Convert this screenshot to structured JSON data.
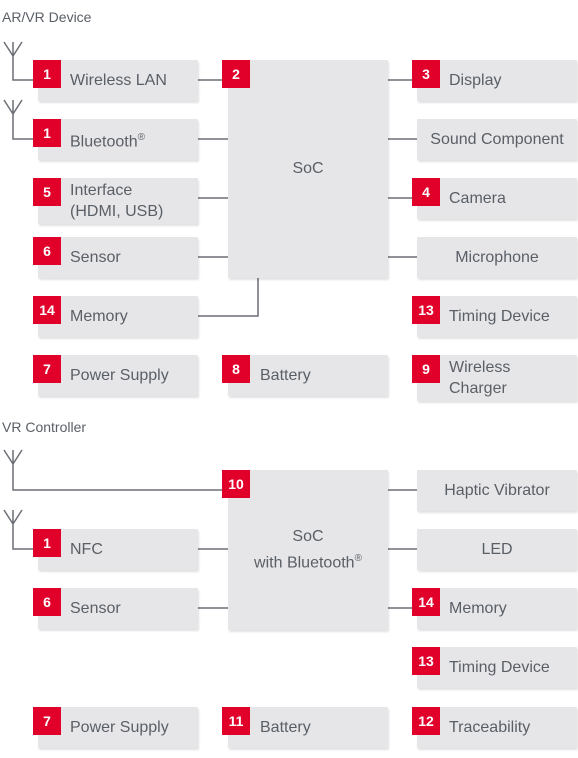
{
  "sections": {
    "device": "AR/VR Device",
    "controller": "VR Controller"
  },
  "device": {
    "soc": "SoC",
    "wireless_lan": {
      "num": "1",
      "label": "Wireless LAN"
    },
    "soc_badge": "2",
    "display": {
      "num": "3",
      "label": "Display"
    },
    "bluetooth": {
      "num": "1",
      "label": "Bluetooth",
      "mark": "®"
    },
    "sound": {
      "label": "Sound Component"
    },
    "interface": {
      "num": "5",
      "label": "Interface\n(HDMI, USB)"
    },
    "camera": {
      "num": "4",
      "label": "Camera"
    },
    "sensor": {
      "num": "6",
      "label": "Sensor"
    },
    "microphone": {
      "label": "Microphone"
    },
    "memory": {
      "num": "14",
      "label": "Memory"
    },
    "timing": {
      "num": "13",
      "label": "Timing Device"
    },
    "power": {
      "num": "7",
      "label": "Power Supply"
    },
    "battery": {
      "num": "8",
      "label": "Battery"
    },
    "wireless_charger": {
      "num": "9",
      "label": "Wireless\nCharger"
    }
  },
  "controller": {
    "soc_line1": "SoC",
    "soc_line2": "with Bluetooth",
    "soc_mark": "®",
    "soc_badge": "10",
    "haptic": {
      "label": "Haptic Vibrator"
    },
    "nfc": {
      "num": "1",
      "label": "NFC"
    },
    "led": {
      "label": "LED"
    },
    "sensor": {
      "num": "6",
      "label": "Sensor"
    },
    "memory": {
      "num": "14",
      "label": "Memory"
    },
    "timing": {
      "num": "13",
      "label": "Timing Device"
    },
    "power": {
      "num": "7",
      "label": "Power Supply"
    },
    "battery": {
      "num": "11",
      "label": "Battery"
    },
    "traceability": {
      "num": "12",
      "label": "Traceability"
    }
  },
  "colors": {
    "accent": "#e0002a",
    "box": "#e6e6e8",
    "line": "#6b6f75",
    "text": "#5a5f66"
  }
}
